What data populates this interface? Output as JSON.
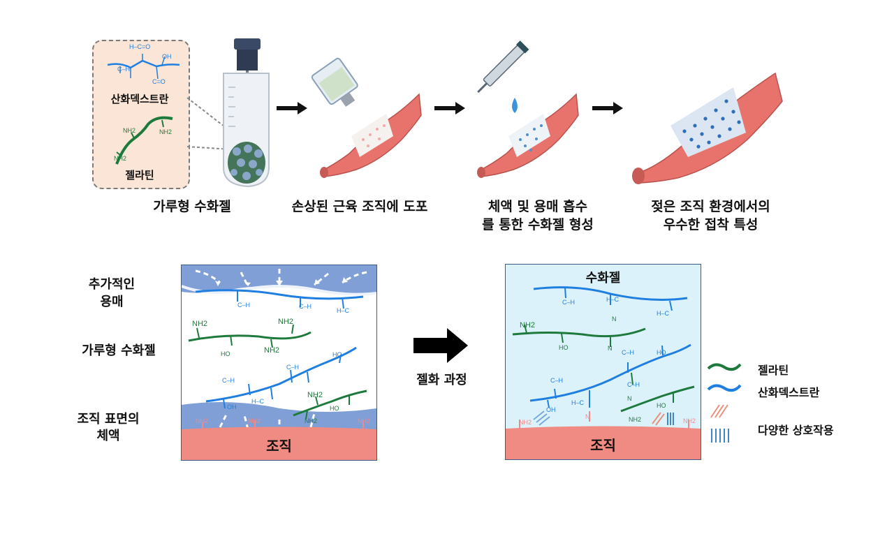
{
  "top_panel": {
    "legend_box": {
      "dextran_label": "산화덱스트란",
      "gelatin_label": "젤라틴"
    },
    "steps": [
      {
        "label": "가루형 수화젤"
      },
      {
        "label": "손상된 근육 조직에 도포"
      },
      {
        "label_line1": "체액 및 용매 흡수",
        "label_line2": "를 통한 수화젤 형성"
      },
      {
        "label_line1": "젖은 조직 환경에서의",
        "label_line2": "우수한 접착 특성"
      }
    ]
  },
  "bottom_panel": {
    "left_labels": {
      "solvent_line1": "추가적인",
      "solvent_line2": "용매",
      "powder": "가루형 수화젤",
      "fluid_line1": "조직 표면의",
      "fluid_line2": "체액"
    },
    "left_box": {
      "tissue_label": "조직"
    },
    "process_label": "젤화 과정",
    "right_box": {
      "title": "수화젤",
      "tissue_label": "조직"
    },
    "legend": [
      {
        "label": "젤라틴",
        "color": "#1e7a3c",
        "icon": "green-wave-icon"
      },
      {
        "label": "산화덱스트란",
        "color": "#1f7fe0",
        "icon": "blue-wave-icon"
      },
      {
        "label": "다양한 상호작용",
        "colors": [
          "#e7917c",
          "#3e86c8"
        ],
        "icon": "hatch-icons"
      }
    ]
  },
  "chem": {
    "nh2": "NH2",
    "oh": "OH",
    "ho": "HO",
    "h": "H",
    "c": "C",
    "o": "O",
    "n": "N"
  },
  "colors": {
    "blue_chain": "#1f7fe0",
    "green_chain": "#1e7a3c",
    "tissue": "#ef8b82",
    "muscle": "#e8736c",
    "legend_box_bg": "#fbe5d6",
    "hydrogel_bg": "#dcf2fb",
    "solvent_band": "#7f9fd6"
  }
}
